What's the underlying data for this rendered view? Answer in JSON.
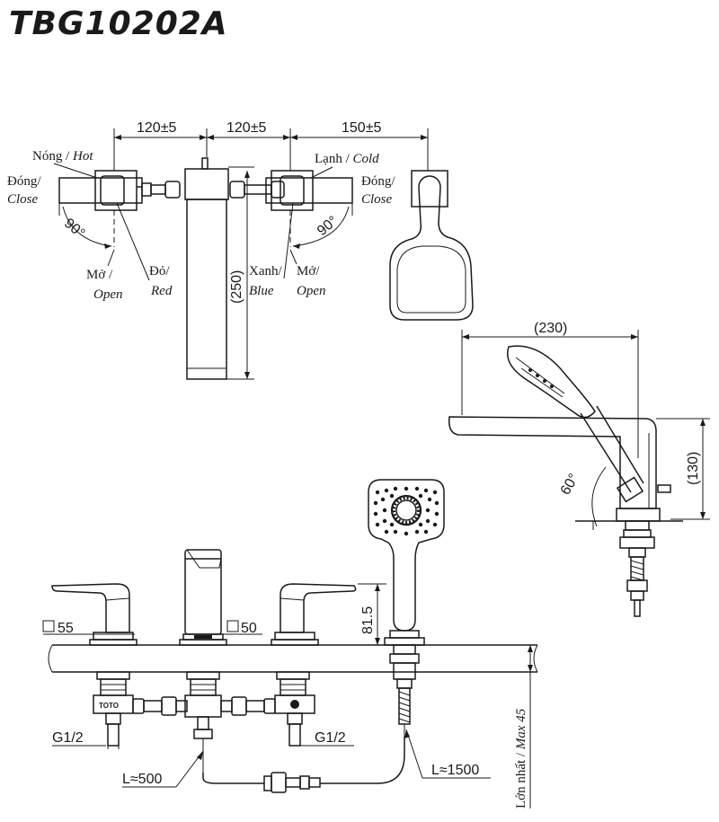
{
  "title": "TBG10202A",
  "dimensions": {
    "spacing_left": "120±5",
    "spacing_center": "120±5",
    "spacing_right": "150±5",
    "spout_length": "(250)",
    "shower_reach": "(230)",
    "shower_height": "(130)",
    "handle_height": "81.5",
    "angle_left": "90°",
    "angle_right": "90°",
    "shower_angle": "60°",
    "base_left": "55",
    "base_center": "50",
    "thread_left": "G1/2",
    "thread_right": "G1/2",
    "hose_supply": "L≈500",
    "hose_shower": "L≈1500",
    "max_thickness_vn": "Lớn nhất / ",
    "max_thickness_en": "Max 45"
  },
  "labels": {
    "hot_vn": "Nóng / ",
    "hot_en": "Hot",
    "cold_vn": "Lạnh / ",
    "cold_en": "Cold",
    "close_left_vn": "Đóng/",
    "close_left_en": "Close",
    "close_right_vn": "Đóng/",
    "close_right_en": "Close",
    "open_left_vn": "Mở /",
    "open_left_en": "Open",
    "open_right_vn": "Mở/",
    "open_right_en": "Open",
    "red_vn": "Đỏ/",
    "red_en": "Red",
    "blue_vn": "Xanh/",
    "blue_en": "Blue",
    "brand_mark": "TOTO"
  }
}
